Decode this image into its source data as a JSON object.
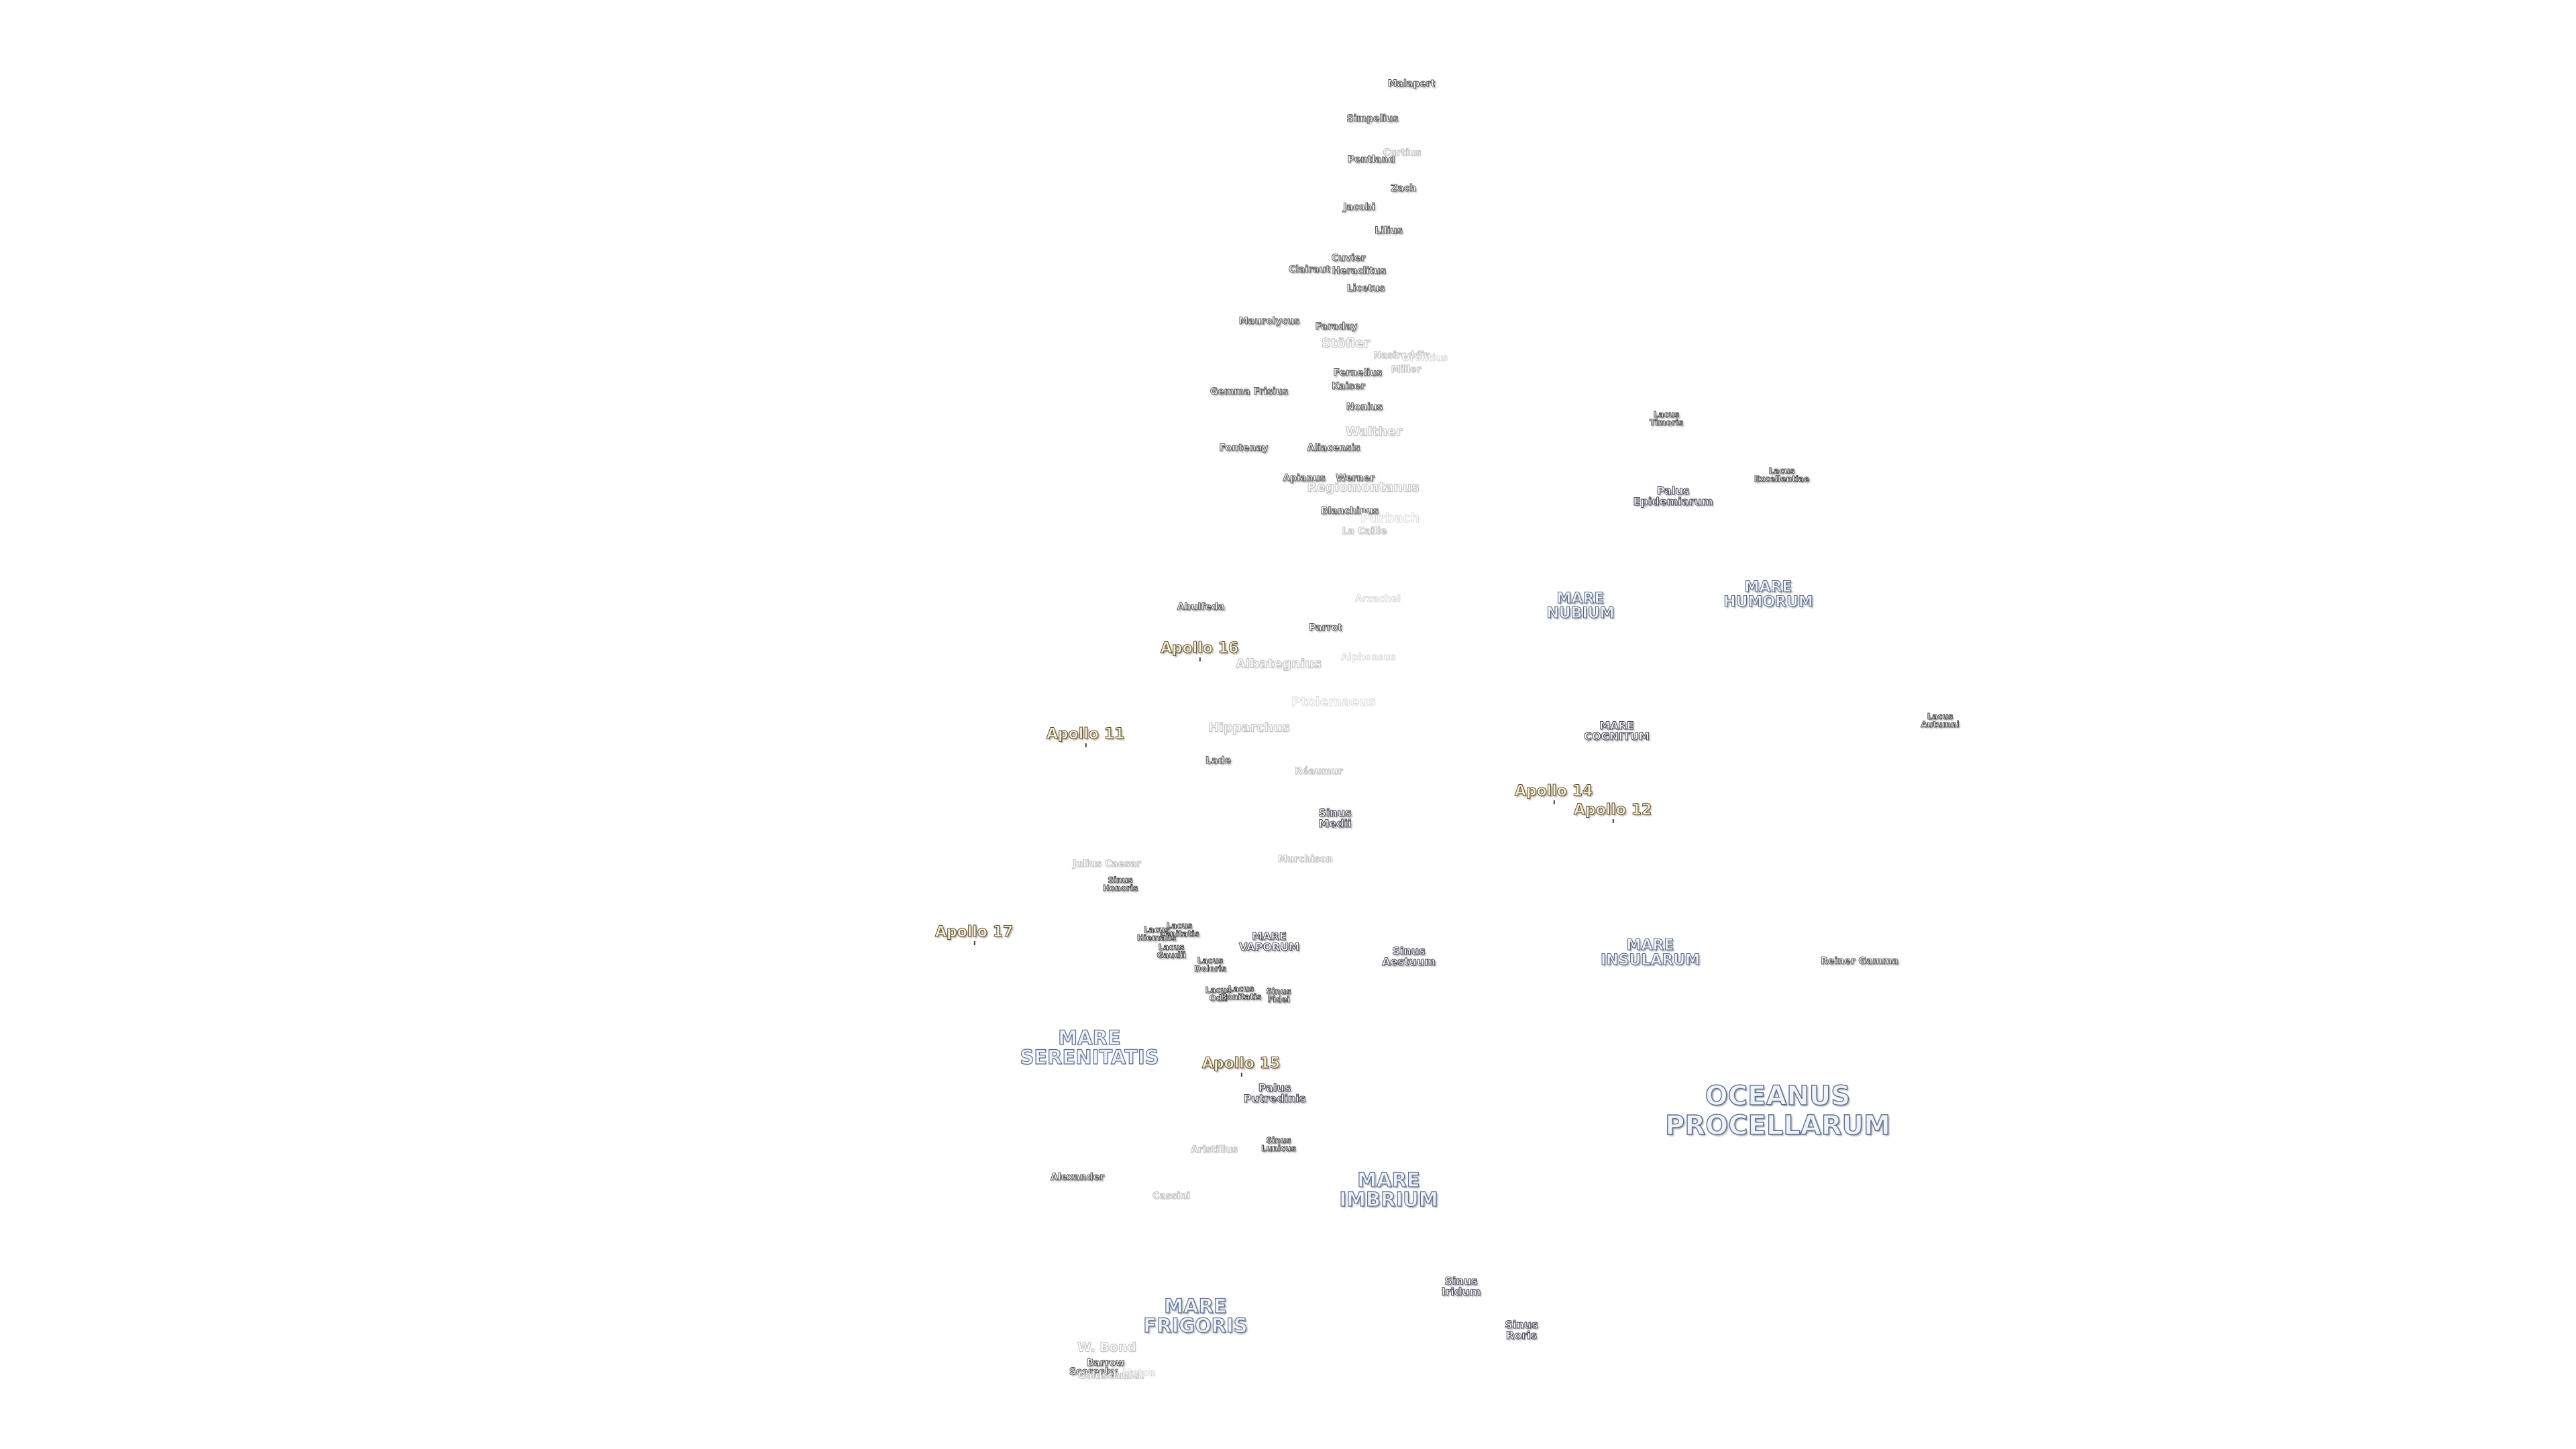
{
  "labels": [
    {
      "text": "Malapert",
      "cls": "crater"
    },
    {
      "text": "Simpelius",
      "cls": "crater"
    },
    {
      "text": "Pentland",
      "cls": "crater"
    },
    {
      "text": "Curtius",
      "cls": "crater faded"
    },
    {
      "text": "Zach",
      "cls": "crater"
    },
    {
      "text": "Jacobi",
      "cls": "crater"
    },
    {
      "text": "Lilius",
      "cls": "crater"
    },
    {
      "text": "Cuvier",
      "cls": "crater"
    },
    {
      "text": "Clairaut",
      "cls": "crater"
    },
    {
      "text": "Heraclitus",
      "cls": "crater"
    },
    {
      "text": "Licetus",
      "cls": "crater"
    },
    {
      "text": "Maurolycus",
      "cls": "crater"
    },
    {
      "text": "Faraday",
      "cls": "crater"
    },
    {
      "text": "Stöfler",
      "cls": "crater-lg faded"
    },
    {
      "text": "Nasireddin",
      "cls": "crater faded"
    },
    {
      "text": "Orontius",
      "cls": "crater faded2"
    },
    {
      "text": "Miller",
      "cls": "crater faded"
    },
    {
      "text": "Fernelius",
      "cls": "crater"
    },
    {
      "text": "Kaiser",
      "cls": "crater"
    },
    {
      "text": "Gemma Frisius",
      "cls": "crater"
    },
    {
      "text": "Nonius",
      "cls": "crater"
    },
    {
      "text": "Walther",
      "cls": "crater-lg faded"
    },
    {
      "text": "Fontenay",
      "cls": "crater"
    },
    {
      "text": "Aliacensis",
      "cls": "crater"
    },
    {
      "text": "Apianus",
      "cls": "crater"
    },
    {
      "text": "Werner",
      "cls": "crater"
    },
    {
      "text": "Regiomontanus",
      "cls": "crater-lg faded"
    },
    {
      "text": "Blanchinus",
      "cls": "crater"
    },
    {
      "text": "Purbach",
      "cls": "crater-lg faded2"
    },
    {
      "text": "La Caille",
      "cls": "crater faded"
    },
    {
      "text": "Lacus\nTimoris",
      "cls": "lake"
    },
    {
      "text": "Lacus\nExcellentiae",
      "cls": "lake"
    },
    {
      "text": "Palus\nEpidemiarum",
      "cls": "sinus"
    },
    {
      "text": "MARE\nNUBIUM",
      "cls": "mare"
    },
    {
      "text": "MARE\nHUMORUM",
      "cls": "mare"
    },
    {
      "text": "Arzachel",
      "cls": "crater faded2"
    },
    {
      "text": "Abulfeda",
      "cls": "crater"
    },
    {
      "text": "Parrot",
      "cls": "crater"
    },
    {
      "text": "Apollo 16",
      "cls": "apollo"
    },
    {
      "text": "Albategnius",
      "cls": "crater-lg faded"
    },
    {
      "text": "Alphonsus",
      "cls": "crater faded2"
    },
    {
      "text": "Ptolemaeus",
      "cls": "crater-lg faded2"
    },
    {
      "text": "Apollo 11",
      "cls": "apollo"
    },
    {
      "text": "Hipparchus",
      "cls": "crater-lg faded"
    },
    {
      "text": "MARE\nCOGNITUM",
      "cls": "sinus"
    },
    {
      "text": "Lacus\nAutumni",
      "cls": "lake"
    },
    {
      "text": "Lade",
      "cls": "crater"
    },
    {
      "text": "Réaumur",
      "cls": "crater faded"
    },
    {
      "text": "Apollo 14",
      "cls": "apollo"
    },
    {
      "text": "Apollo 12",
      "cls": "apollo"
    },
    {
      "text": "Sinus\nMedii",
      "cls": "sinus"
    },
    {
      "text": "Julius Caesar",
      "cls": "crater faded"
    },
    {
      "text": "Murchison",
      "cls": "crater faded"
    },
    {
      "text": "Sinus\nHonoris",
      "cls": "lake"
    },
    {
      "text": "Apollo 17",
      "cls": "apollo"
    },
    {
      "text": "Lacus\nLenitatis",
      "cls": "lake"
    },
    {
      "text": "Lacus\nHiemalis",
      "cls": "lake"
    },
    {
      "text": "Lacus\nGaudii",
      "cls": "lake"
    },
    {
      "text": "MARE\nVAPORUM",
      "cls": "sinus"
    },
    {
      "text": "Sinus\nAestuum",
      "cls": "sinus"
    },
    {
      "text": "MARE\nINSULARUM",
      "cls": "mare"
    },
    {
      "text": "Reiner Gamma",
      "cls": "crater"
    },
    {
      "text": "Lacus\nDoloris",
      "cls": "lake"
    },
    {
      "text": "Lacus\nOdii",
      "cls": "lake"
    },
    {
      "text": "Lacus\nBonitatis",
      "cls": "lake"
    },
    {
      "text": "Sinus\nFidei",
      "cls": "lake"
    },
    {
      "text": "MARE\nSERENITATIS",
      "cls": "mare-lg faded"
    },
    {
      "text": "Apollo 15",
      "cls": "apollo"
    },
    {
      "text": "Palus\nPutredinis",
      "cls": "sinus"
    },
    {
      "text": "OCEANUS\nPROCELLARUM",
      "cls": "ocean"
    },
    {
      "text": "Sinus\nLunicus",
      "cls": "lake"
    },
    {
      "text": "Aristillus",
      "cls": "crater faded"
    },
    {
      "text": "Alexander",
      "cls": "crater"
    },
    {
      "text": "MARE\nIMBRIUM",
      "cls": "mare-lg"
    },
    {
      "text": "Cassini",
      "cls": "crater faded"
    },
    {
      "text": "Sinus\nIridum",
      "cls": "sinus"
    },
    {
      "text": "MARE\nFRIGORIS",
      "cls": "mare-lg"
    },
    {
      "text": "Sinus\nRoris",
      "cls": "sinus"
    },
    {
      "text": "W. Bond",
      "cls": "crater-lg faded"
    },
    {
      "text": "Barrow",
      "cls": "crater"
    },
    {
      "text": "Scoresby",
      "cls": "crater"
    },
    {
      "text": "Goldschmidt",
      "cls": "crater faded"
    },
    {
      "text": "Meton",
      "cls": "crater faded2"
    }
  ]
}
